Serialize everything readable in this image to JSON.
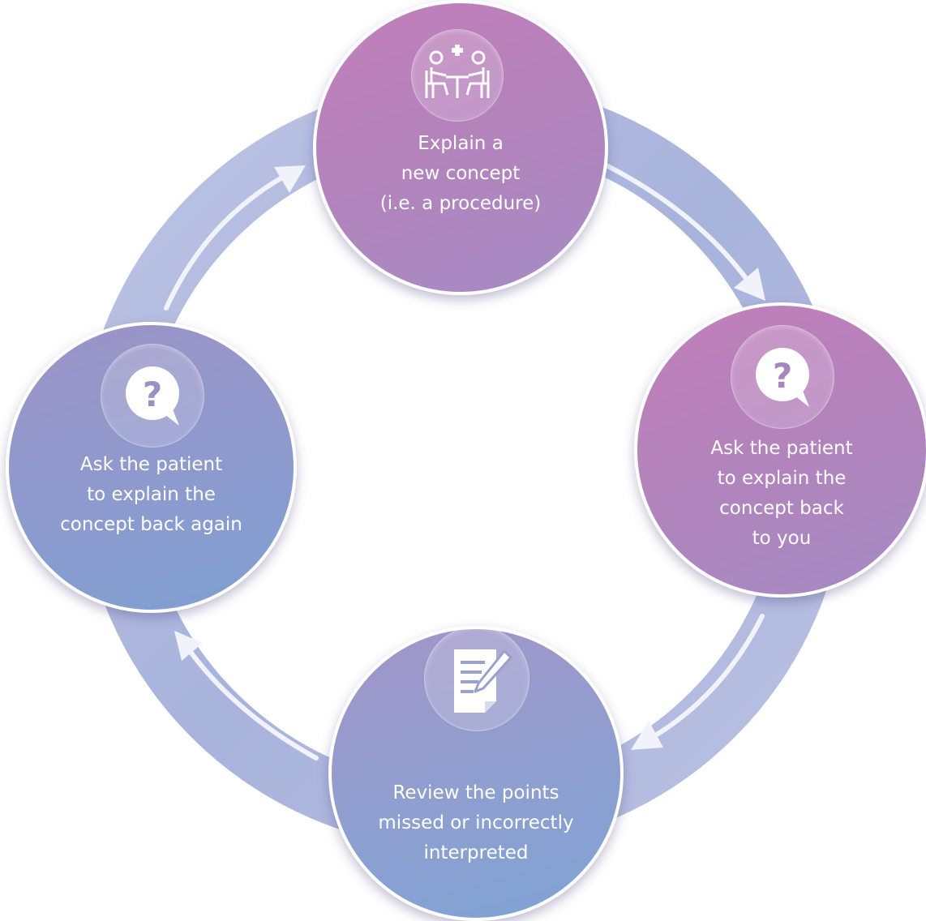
{
  "colors": {
    "ring": "#b7bfe0",
    "arrow": "#f2f3fa",
    "text": "#ffffff"
  },
  "nodes": {
    "top": {
      "icon": "consultation-icon",
      "lines": [
        "Explain a",
        "new concept",
        "(i.e. a procedure)"
      ]
    },
    "right": {
      "icon": "question-bubble-icon",
      "lines": [
        "Ask the patient",
        "to explain the",
        "concept back",
        "to you"
      ]
    },
    "bottom": {
      "icon": "notepad-pencil-icon",
      "lines": [
        "Review the points",
        "missed or incorrectly",
        "interpreted"
      ]
    },
    "left": {
      "icon": "question-bubble-icon",
      "lines": [
        "Ask the patient",
        "to explain the",
        "concept back again"
      ]
    }
  }
}
